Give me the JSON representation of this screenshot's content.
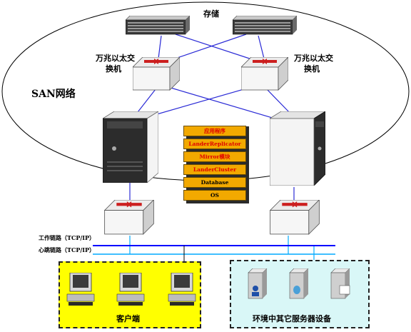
{
  "diagram": {
    "storage_label": "存储",
    "switch_left_label_line1": "万兆以太交",
    "switch_left_label_line2": "换机",
    "switch_right_label_line1": "万兆以太交",
    "switch_right_label_line2": "换机",
    "san_label": "SAN网络",
    "software_stack": [
      {
        "label": "应用程序",
        "color": "#e00000"
      },
      {
        "label": "LanderReplicator",
        "color": "#e00000"
      },
      {
        "label": "Mirror模块",
        "color": "#e00000"
      },
      {
        "label": "LanderCluster",
        "color": "#e00000"
      },
      {
        "label": "Database",
        "color": "#000000"
      },
      {
        "label": "OS",
        "color": "#000000"
      }
    ],
    "work_link_label": "工作链路（TCP/IP）",
    "heartbeat_link_label": "心跳链路（TCP/IP）",
    "client_panel_label": "客户端",
    "server_panel_label": "环境中其它服务器设备",
    "colors": {
      "client_panel": "#ffff00",
      "server_panel": "#d9f7f7",
      "work_link": "#0000ff",
      "heartbeat_link": "#00aaff",
      "san_lines": "#2b2bd6"
    }
  }
}
